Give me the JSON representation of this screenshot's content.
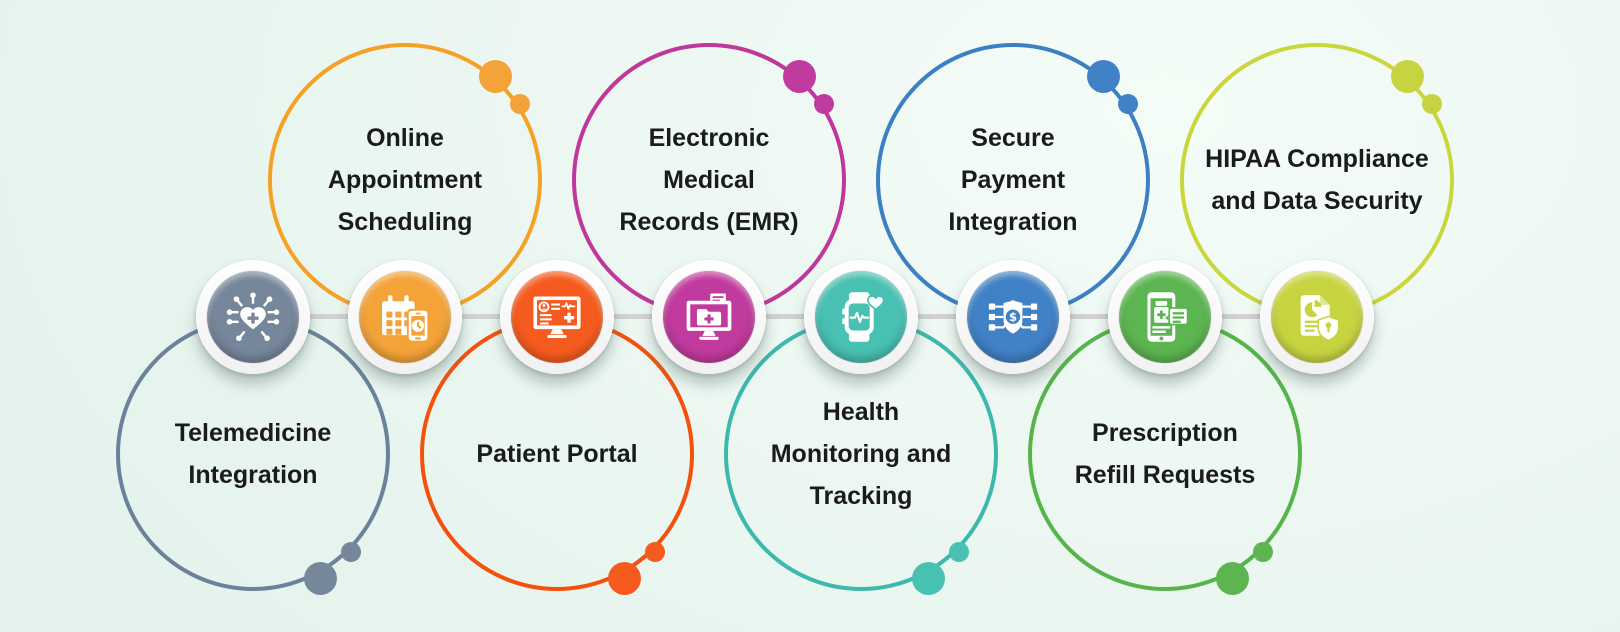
{
  "background": {
    "gradient_center": "#f4fcf7",
    "gradient_edge": "#e3f2ec"
  },
  "connector": {
    "color": "#d2d2d2"
  },
  "items": [
    {
      "label": "Telemedicine Integration",
      "lines": [
        "Telemedicine",
        "Integration"
      ],
      "side": "bottom",
      "color": "#76879b",
      "ring_color": "#6b839a",
      "icon": "telemedicine-heart-network-icon"
    },
    {
      "label": "Online Appointment Scheduling",
      "lines": [
        "Online",
        "Appointment",
        "Scheduling"
      ],
      "side": "top",
      "color": "#f3a338",
      "ring_color": "#f5a127",
      "icon": "calendar-phone-icon"
    },
    {
      "label": "Patient Portal",
      "lines": [
        "Patient Portal"
      ],
      "side": "bottom",
      "color": "#f55b1e",
      "ring_color": "#f4510e",
      "icon": "monitor-patient-record-icon"
    },
    {
      "label": "Electronic Medical Records (EMR)",
      "lines": [
        "Electronic",
        "Medical",
        "Records (EMR)"
      ],
      "side": "top",
      "color": "#c13a9d",
      "ring_color": "#c0369b",
      "icon": "monitor-medical-folder-icon"
    },
    {
      "label": "Health Monitoring and Tracking",
      "lines": [
        "Health",
        "Monitoring and",
        "Tracking"
      ],
      "side": "bottom",
      "color": "#48c0b2",
      "ring_color": "#3cb8ac",
      "icon": "smartwatch-heart-icon"
    },
    {
      "label": "Secure Payment Integration",
      "lines": [
        "Secure",
        "Payment",
        "Integration"
      ],
      "side": "top",
      "color": "#4181c5",
      "ring_color": "#3c7fc4",
      "icon": "secure-payment-circuit-icon"
    },
    {
      "label": "Prescription Refill Requests",
      "lines": [
        "Prescription",
        "Refill Requests"
      ],
      "side": "bottom",
      "color": "#5cb550",
      "ring_color": "#55b44a",
      "icon": "phone-prescription-icon"
    },
    {
      "label": "HIPAA Compliance and Data Security",
      "lines": [
        "HIPAA Compliance",
        "and Data Security"
      ],
      "side": "top",
      "color": "#c7d440",
      "ring_color": "#c9d63c",
      "icon": "document-security-shield-icon"
    }
  ]
}
